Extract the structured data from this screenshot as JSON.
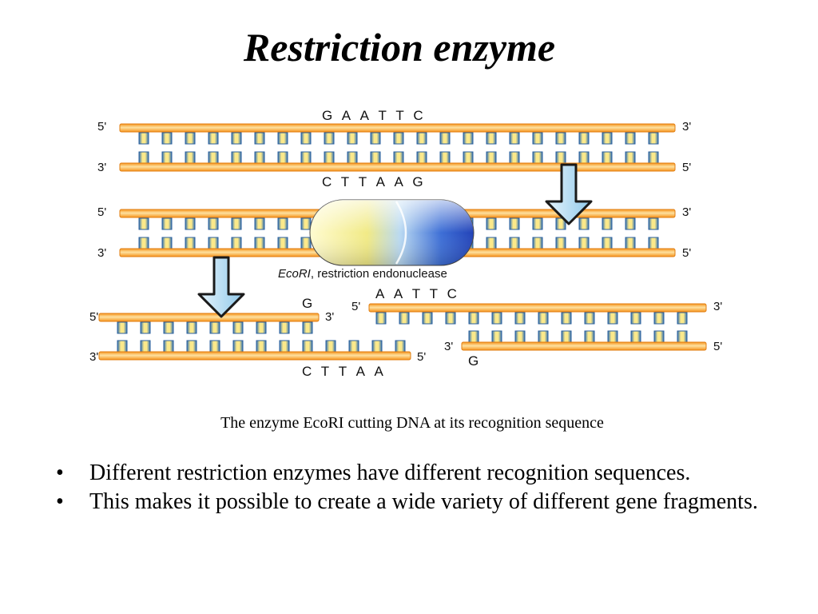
{
  "title": "Restriction enzyme",
  "figure": {
    "top_strand_seq": "GAATTC",
    "bottom_strand_seq": "CTTAAG",
    "enzyme_name_italic": "EcoRI",
    "enzyme_label_rest": ", restriction endonuclease",
    "prime5": "5'",
    "prime3": "3'",
    "left_fragment_top_overhang": "G",
    "left_fragment_bottom_seq": "CTTAA",
    "right_fragment_top_seq": "AATTC",
    "right_fragment_bottom_overhang": "G",
    "colors": {
      "strand": "#f5a623",
      "strand_light": "#fde1a0",
      "base": "#3f86c8",
      "base_light": "#fbe98a",
      "arrow": "#bfe1f5",
      "enzyme_left": "#fff6b5",
      "enzyme_right": "#2f55c9"
    }
  },
  "caption": "The enzyme EcoRI cutting DNA at its recognition sequence",
  "bullets": [
    "Different restriction enzymes have different recognition sequences.",
    "This makes it possible to create a wide variety of different gene fragments."
  ]
}
